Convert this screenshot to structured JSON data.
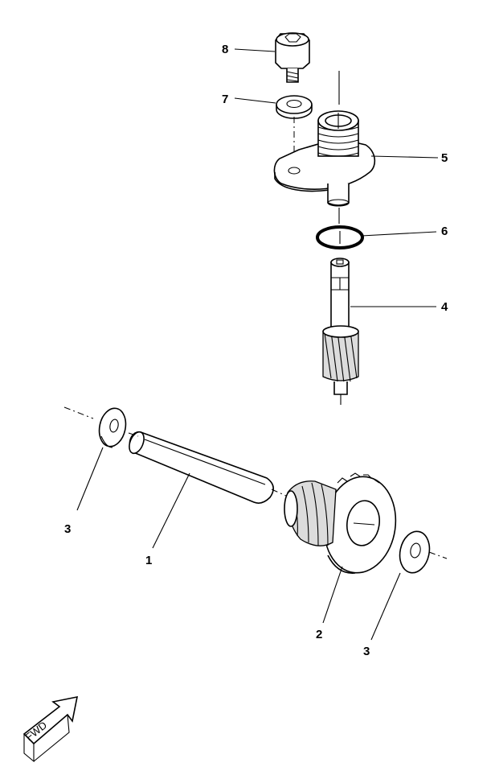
{
  "diagram": {
    "callouts": [
      "1",
      "2",
      "3",
      "3",
      "4",
      "5",
      "6",
      "7",
      "8"
    ],
    "forward_label": "FWD"
  }
}
